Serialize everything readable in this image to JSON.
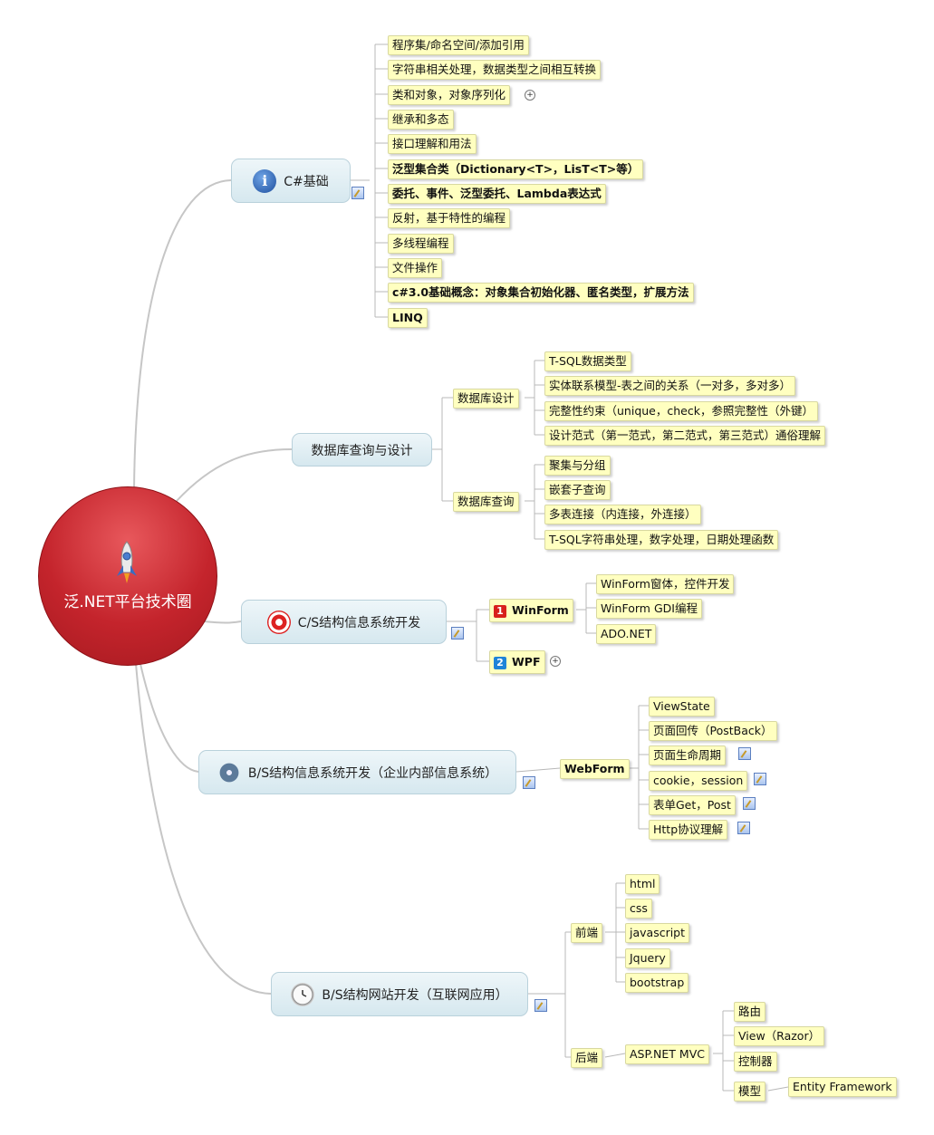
{
  "center": {
    "title": "泛.NET平台技术圈",
    "icon": "rocket-icon"
  },
  "branches": {
    "csharp": {
      "label": "C#基础",
      "icon": "info-icon"
    },
    "db": {
      "label": "数据库查询与设计"
    },
    "cs": {
      "label": "C/S结构信息系统开发",
      "icon": "target-icon"
    },
    "bs": {
      "label": "B/S结构信息系统开发（企业内部信息系统）",
      "icon": "gears-icon"
    },
    "web": {
      "label": "B/S结构网站开发（互联网应用）",
      "icon": "clock-icon"
    }
  },
  "csharp_items": [
    "程序集/命名空间/添加引用",
    "字符串相关处理，数据类型之间相互转换",
    "类和对象，对象序列化",
    "继承和多态",
    "接口理解和用法",
    "泛型集合类（Dictionary<T>，LisT<T>等）",
    "委托、事件、泛型委托、Lambda表达式",
    "反射，基于特性的编程",
    "多线程编程",
    "文件操作",
    "c#3.0基础概念：对象集合初始化器、匿名类型，扩展方法",
    "LINQ"
  ],
  "db_design": {
    "label": "数据库设计",
    "items": [
      "T-SQL数据类型",
      "实体联系模型-表之间的关系（一对多，多对多）",
      "完整性约束（unique，check，参照完整性（外键）",
      "设计范式（第一范式，第二范式，第三范式）通俗理解"
    ]
  },
  "db_query": {
    "label": "数据库查询",
    "items": [
      "聚集与分组",
      "嵌套子查询",
      "多表连接（内连接，外连接）",
      "T-SQL字符串处理，数字处理，日期处理函数"
    ]
  },
  "winform": {
    "label": "WinForm",
    "number": "1",
    "items": [
      "WinForm窗体，控件开发",
      "WinForm GDI编程",
      "ADO.NET"
    ]
  },
  "wpf": {
    "label": "WPF",
    "number": "2"
  },
  "webform": {
    "label": "WebForm",
    "items": [
      "ViewState",
      "页面回传（PostBack）",
      "页面生命周期",
      "cookie，session",
      "表单Get，Post",
      "Http协议理解"
    ]
  },
  "frontend": {
    "label": "前端",
    "items": [
      "html",
      "css",
      "javascript",
      "Jquery",
      "bootstrap"
    ]
  },
  "backend": {
    "label": "后端",
    "mvc": "ASP.NET MVC",
    "items": [
      "路由",
      "View（Razor）",
      "控制器",
      "模型"
    ],
    "model_child": "Entity Framework"
  },
  "icons": {
    "note": "note-icon",
    "expand": "plus-icon"
  },
  "colors": {
    "center": "#c4242c",
    "leaf": "#ffffc0",
    "branch": "#d6e8ef",
    "line": "#c8c8c8"
  }
}
